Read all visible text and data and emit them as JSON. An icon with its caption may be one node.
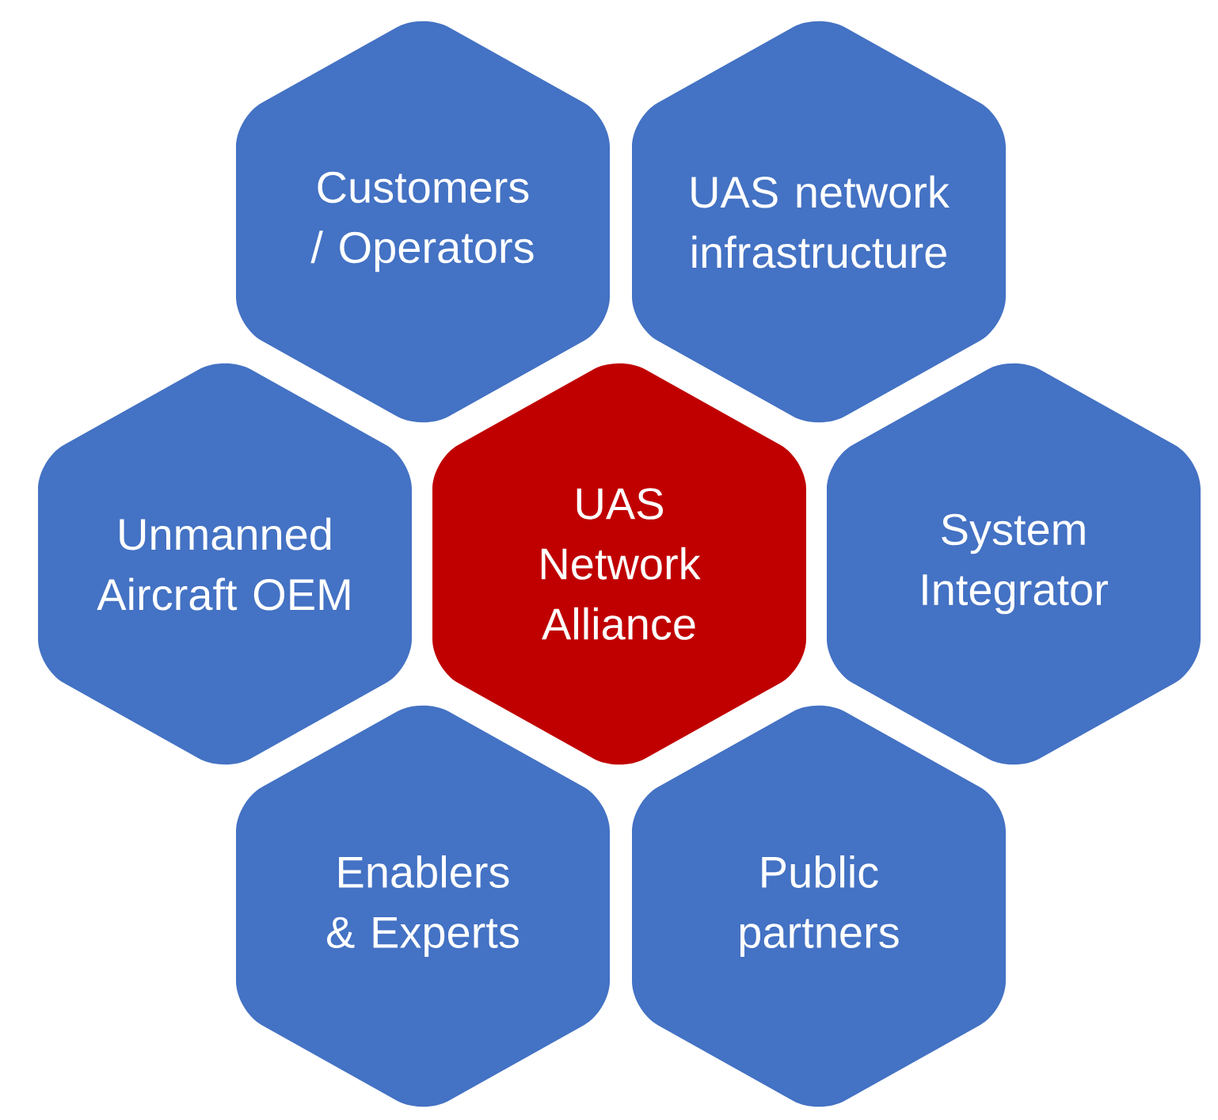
{
  "diagram": {
    "nodes": [
      {
        "text": [
          "Customers / Operators"
        ]
      },
      {
        "text": [
          "UAS network infrastructure"
        ]
      },
      {
        "text": [
          "Unmanned Aircraft OEM"
        ]
      },
      {
        "text": [
          "UAS Network Alliance"
        ]
      },
      {
        "text": [
          "System Integrator"
        ]
      },
      {
        "text": [
          "Enablers & Experts"
        ]
      },
      {
        "text": [
          "Public partners"
        ]
      }
    ]
  }
}
